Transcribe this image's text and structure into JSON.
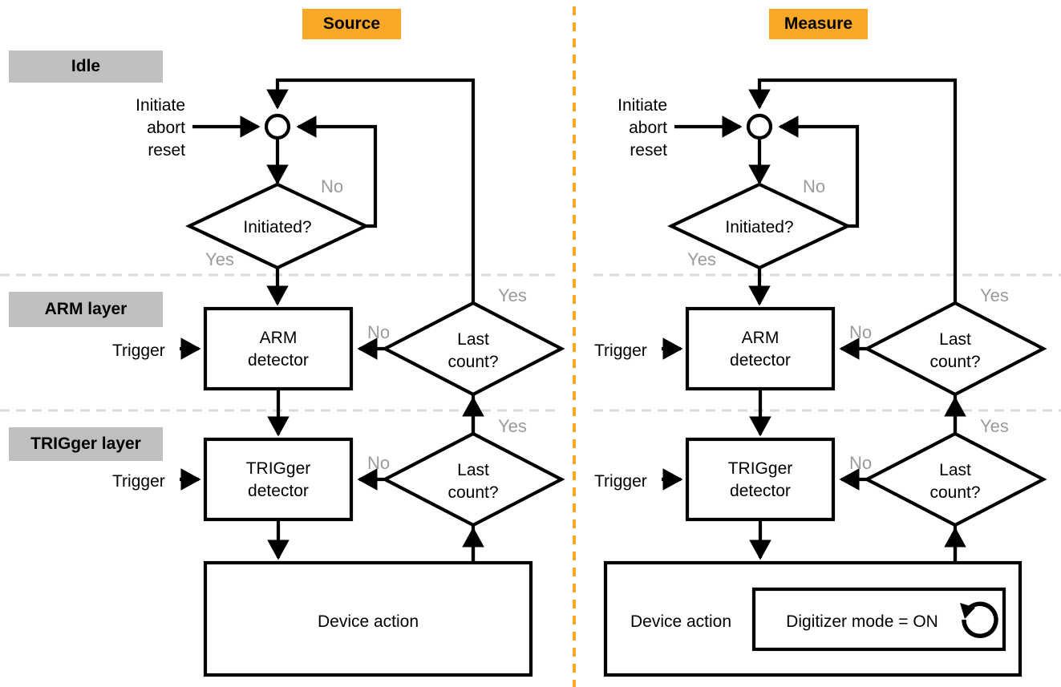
{
  "title_badges": {
    "source": "Source",
    "measure": "Measure",
    "color": "#FBA828"
  },
  "layer_badges": {
    "color": "#BFBFBF",
    "idle": "Idle",
    "arm": "ARM layer",
    "trigger": "TRIGger layer"
  },
  "edge_label_color": "#9a9a9a",
  "panels": {
    "source": {
      "inputs": {
        "initiate": "Initiate",
        "abort": "abort",
        "reset": "reset",
        "trigger_arm": "Trigger",
        "trigger_trig": "Trigger"
      },
      "nodes": {
        "initiated": "Initiated?",
        "arm_detector_l1": "ARM",
        "arm_detector_l2": "detector",
        "arm_lastcount_l1": "Last",
        "arm_lastcount_l2": "count?",
        "trig_detector_l1": "TRIGger",
        "trig_detector_l2": "detector",
        "trig_lastcount_l1": "Last",
        "trig_lastcount_l2": "count?",
        "device_action": "Device action"
      },
      "edges": {
        "initiated_no": "No",
        "initiated_yes": "Yes",
        "arm_no": "No",
        "arm_yes": "Yes",
        "trig_no": "No",
        "trig_yes": "Yes"
      }
    },
    "measure": {
      "inputs": {
        "initiate": "Initiate",
        "abort": "abort",
        "reset": "reset",
        "trigger_arm": "Trigger",
        "trigger_trig": "Trigger"
      },
      "nodes": {
        "initiated": "Initiated?",
        "arm_detector_l1": "ARM",
        "arm_detector_l2": "detector",
        "arm_lastcount_l1": "Last",
        "arm_lastcount_l2": "count?",
        "trig_detector_l1": "TRIGger",
        "trig_detector_l2": "detector",
        "trig_lastcount_l1": "Last",
        "trig_lastcount_l2": "count?",
        "device_action": "Device action",
        "digitizer_mode": "Digitizer mode = ON"
      },
      "edges": {
        "initiated_no": "No",
        "initiated_yes": "Yes",
        "arm_no": "No",
        "arm_yes": "Yes",
        "trig_no": "No",
        "trig_yes": "Yes"
      }
    }
  }
}
